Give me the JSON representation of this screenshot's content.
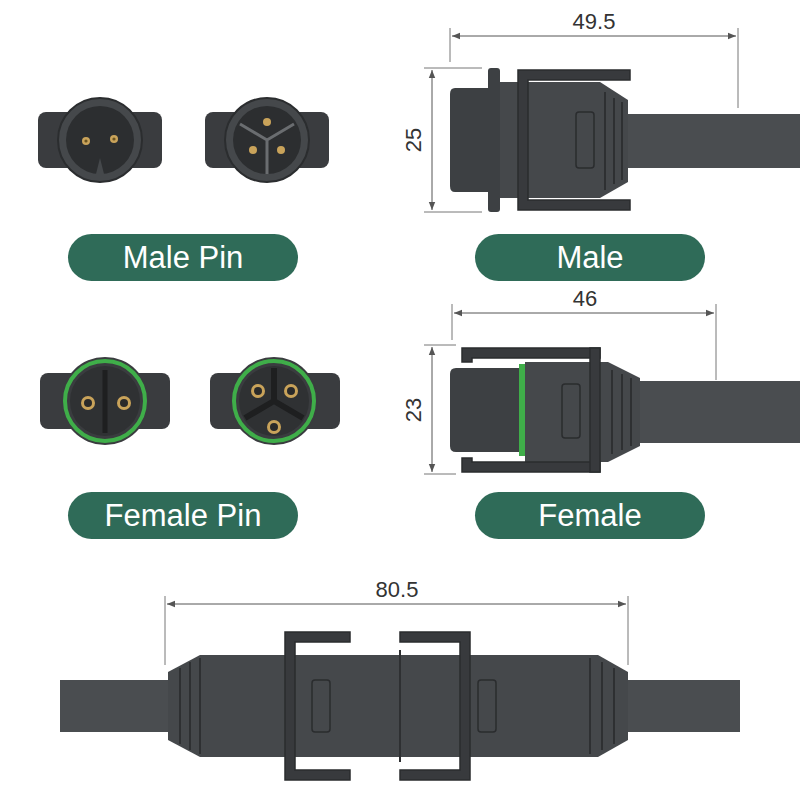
{
  "diagram": {
    "nodes": [
      {
        "text": [
          "Male Pin"
        ]
      },
      {
        "text": [
          "Male"
        ]
      },
      {
        "text": [
          "Female Pin"
        ]
      },
      {
        "text": [
          "Female"
        ]
      }
    ],
    "labels": [
      "49.5",
      "25",
      "46",
      "23",
      "80.5"
    ]
  }
}
